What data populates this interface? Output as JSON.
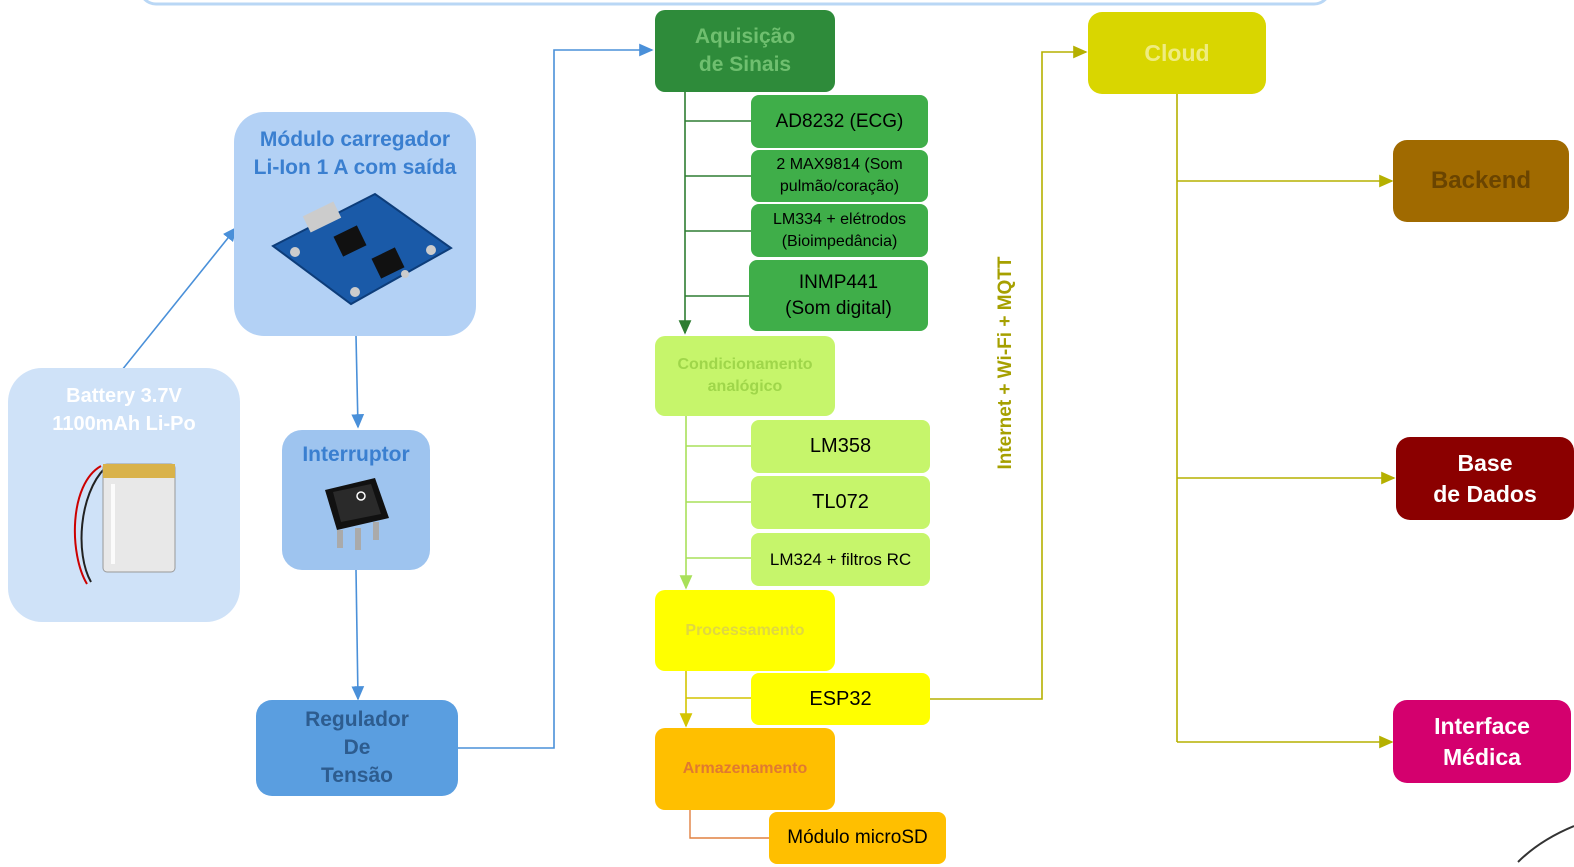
{
  "colors": {
    "power_blue": "#4a90d9",
    "acq_green": "#2e8b3a",
    "cond_lime": "#c6f56b",
    "proc_yellow": "#ffff00",
    "storage_orange": "#ffbf00",
    "cloud_olive": "#d9d600",
    "backend_brown": "#a06a00",
    "db_maroon": "#8b0000",
    "interface_magenta": "#d4006e"
  },
  "power": {
    "battery": "Battery 3.7V\n1100mAh Li-Po",
    "charger": "Módulo carregador\nLi-Ion 1 A com saída",
    "switch": "Interruptor",
    "regulator": "Regulador\nDe\nTensão"
  },
  "acquisition": {
    "title": "Aquisição\nde Sinais",
    "sensors": [
      "AD8232 (ECG)",
      "2 MAX9814 (Som\npulmão/coração)",
      "LM334 + elétrodos\n(Bioimpedância)",
      "INMP441\n(Som digital)"
    ]
  },
  "conditioning": {
    "title": "Condicionamento\nanalógico",
    "items": [
      "LM358",
      "TL072",
      "LM324 + filtros RC"
    ]
  },
  "processing": {
    "title": "Processamento",
    "items": [
      "ESP32"
    ]
  },
  "storage": {
    "title": "Armazenamento",
    "items": [
      "Módulo microSD"
    ]
  },
  "link_label": "Internet + Wi-Fi + MQTT",
  "cloud": {
    "title": "Cloud",
    "targets": [
      "Backend",
      "Base\nde Dados",
      "Interface\nMédica"
    ]
  }
}
